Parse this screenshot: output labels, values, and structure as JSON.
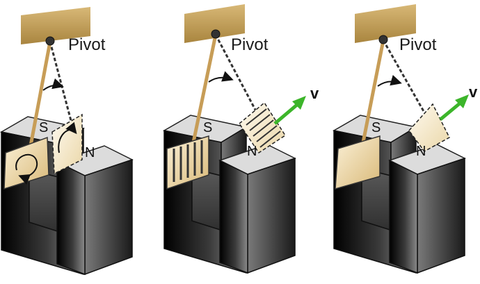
{
  "labels": {
    "pivot": "Pivot",
    "south": "S",
    "north": "N",
    "velocity": "v"
  },
  "panels": [
    {
      "id": "solid-plate",
      "plate": "solid-with-eddy-currents",
      "shows_velocity": false
    },
    {
      "id": "slotted-plate",
      "plate": "slotted",
      "shows_velocity": true
    },
    {
      "id": "plain-plate",
      "plate": "solid",
      "shows_velocity": true
    }
  ],
  "colors": {
    "support": "#c8a25e",
    "rod": "#d8b77a",
    "plate": "#f1ddb2",
    "arrow": "#3cb52a",
    "magnet_dark": "#141414",
    "magnet_top": "#d8d8d8"
  },
  "icons": {
    "velocity": "green-arrow-icon",
    "swing": "curved-arrow-icon",
    "eddy": "circular-arrow-icon"
  }
}
